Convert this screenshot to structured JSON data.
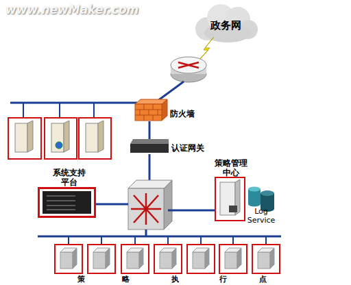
{
  "diagram": {
    "nodes": [
      {
        "text": [
          "政务网"
        ]
      },
      {
        "text": [
          "防火墙"
        ]
      },
      {
        "text": [
          "认证网关"
        ]
      },
      {
        "text": [
          "系统支持 平台"
        ]
      },
      {
        "text": [
          "策略管理 中心"
        ]
      },
      {
        "text": [
          "Log Service"
        ]
      }
    ],
    "edges": [
      {
        "from": 1,
        "to": 2,
        "arrow": "none"
      }
    ],
    "labels": [
      "www.newMaker.com",
      "策",
      "略",
      "执",
      "行",
      "点"
    ]
  }
}
